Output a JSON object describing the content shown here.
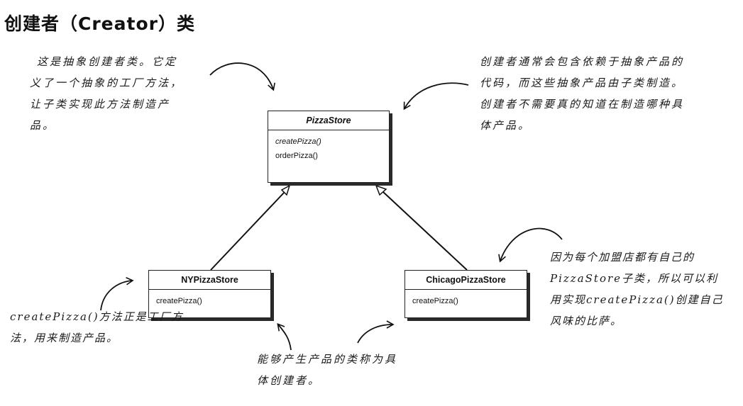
{
  "title": "创建者（Creator）类",
  "classes": {
    "pizza_store": {
      "name": "PizzaStore",
      "methods": [
        "createPizza()",
        "orderPizza()"
      ]
    },
    "ny_pizza_store": {
      "name": "NYPizzaStore",
      "methods": [
        "createPizza()"
      ]
    },
    "chicago_pizza_store": {
      "name": "ChicagoPizzaStore",
      "methods": [
        "createPizza()"
      ]
    }
  },
  "annotations": {
    "abstract_creator": [
      "这是抽象创建者类。它定",
      "义了一个抽象的工厂方法，",
      "让子类实现此方法制造产",
      "品。"
    ],
    "creator_code": [
      "创建者通常会包含依赖于抽象产品的",
      "代码，而这些抽象产品由子类制造。",
      "创建者不需要真的知道在制造哪种具",
      "体产品。"
    ],
    "subclass_flavor": [
      "因为每个加盟店都有自己的",
      "PizzaStore子类，所以可以利",
      "用实现createPizza()创建自己",
      "风味的比萨。"
    ],
    "factory_method": [
      "createPizza()方法正是工厂方",
      "法，用来制造产品。"
    ],
    "concrete_creators": [
      "能够产生产品的类称为具",
      "体创建者。"
    ]
  }
}
